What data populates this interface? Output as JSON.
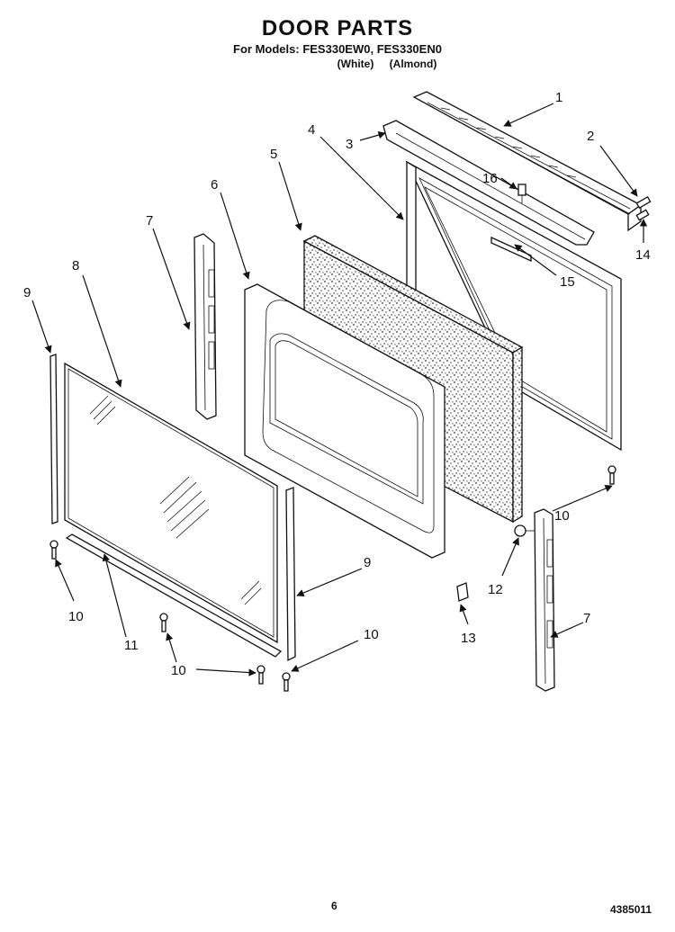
{
  "header": {
    "title": "DOOR PARTS",
    "models": "For Models: FES330EW0, FES330EN0",
    "variant_white": "(White)",
    "variant_almond": "(Almond)"
  },
  "footer": {
    "page_number": "6",
    "doc_number": "4385011"
  },
  "callouts": [
    "1",
    "2",
    "3",
    "4",
    "5",
    "6",
    "7",
    "8",
    "9",
    "10",
    "16",
    "14",
    "15",
    "10",
    "12",
    "13",
    "7",
    "10",
    "9",
    "11",
    "10",
    "10"
  ]
}
